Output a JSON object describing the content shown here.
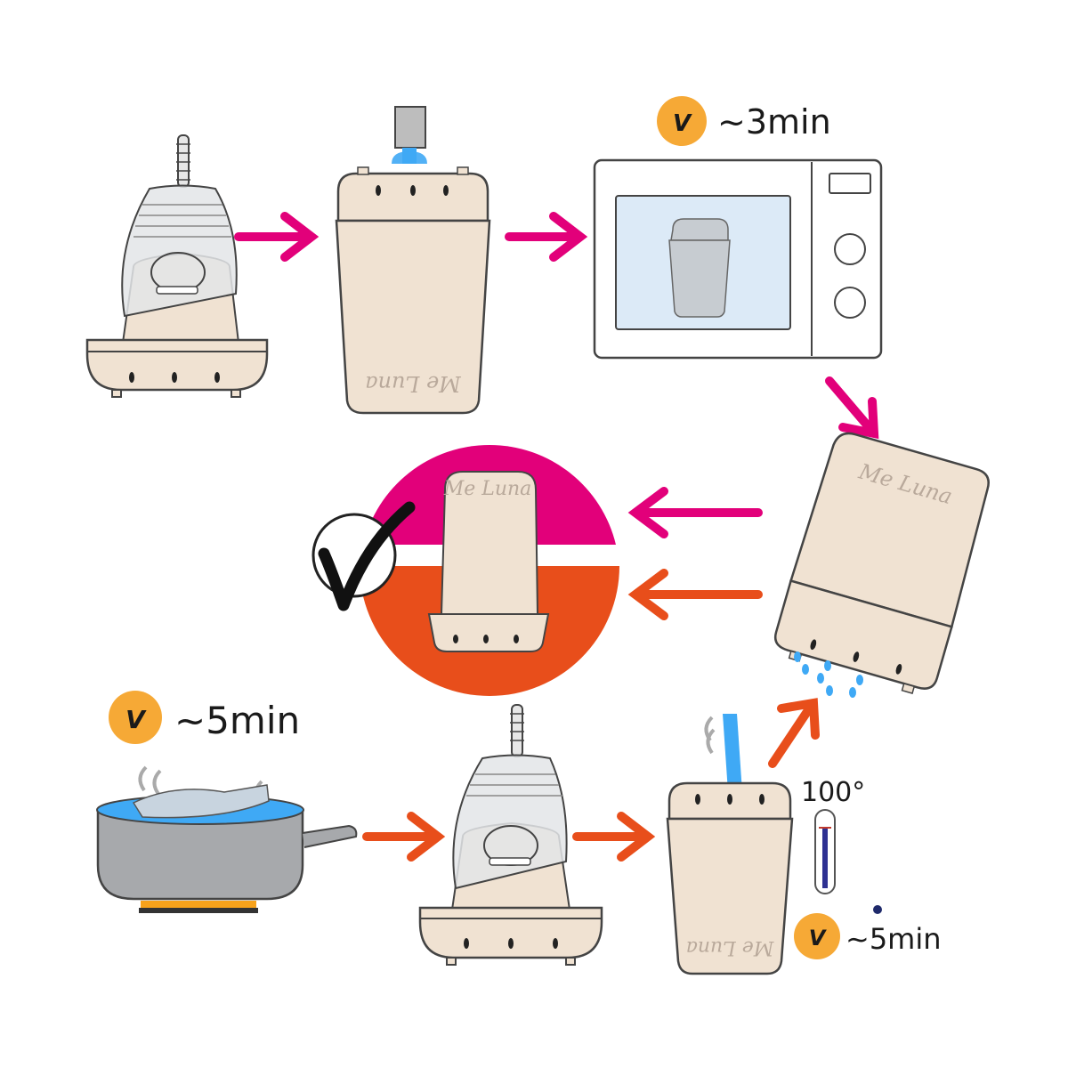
{
  "timers": {
    "microwave": {
      "icon": "clock-icon",
      "glyph": "V",
      "text": "~3min"
    },
    "pot": {
      "icon": "clock-icon",
      "glyph": "V",
      "text": "~5min"
    },
    "steam": {
      "icon": "clock-icon",
      "glyph": "V",
      "text": "~5min"
    }
  },
  "thermometer": {
    "text": "100°"
  },
  "brand": {
    "text": "Me Luna"
  },
  "colors": {
    "pink": "#e2007a",
    "orange": "#e84e1b",
    "cream": "#f0e2d2",
    "clock": "#f6a936",
    "water": "#3fa9f5",
    "pot": "#a7a9ac",
    "flame": "#f7a21b"
  }
}
